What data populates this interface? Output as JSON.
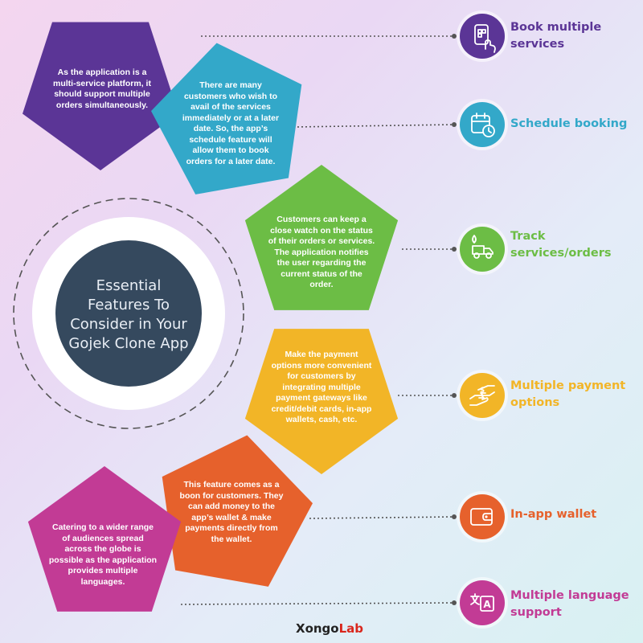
{
  "title": "Essential Features To Consider in Your Gojek Clone App",
  "title_lines": [
    "Essential",
    "Features To",
    "Consider in Your",
    "Gojek Clone App"
  ],
  "colors": {
    "purple": "#5b3596",
    "blue": "#33a8c9",
    "green": "#6cbd45",
    "yellow": "#f2b527",
    "orange": "#e6612c",
    "magenta": "#c23b95",
    "center_dark": "#35495e"
  },
  "features": [
    {
      "label_lines": [
        "Book multiple",
        "services"
      ],
      "icon": "phone-touch-icon",
      "color": "#5b3596",
      "description_lines": [
        "As the application is a",
        "multi-service platform, it",
        "should support multiple",
        "orders simultaneously."
      ]
    },
    {
      "label_lines": [
        "Schedule booking"
      ],
      "icon": "calendar-clock-icon",
      "color": "#33a8c9",
      "description_lines": [
        "There are many",
        "customers who wish to",
        "avail of the services",
        "immediately or at a later",
        "date. So, the app’s",
        "schedule feature will",
        "allow them to book",
        "orders for a later date."
      ]
    },
    {
      "label_lines": [
        "Track",
        "services/orders"
      ],
      "icon": "delivery-truck-icon",
      "color": "#6cbd45",
      "description_lines": [
        "Customers can keep a",
        "close watch on the status",
        "of their orders or services.",
        "The application notifies",
        "the user regarding the",
        "current status of the",
        "order."
      ]
    },
    {
      "label_lines": [
        "Multiple payment",
        "options"
      ],
      "icon": "payment-hands-icon",
      "color": "#f2b527",
      "description_lines": [
        "Make the payment",
        "options more convenient",
        "for customers by",
        "integrating multiple",
        "payment gateways like",
        "credit/debit cards, in-app",
        "wallets, cash, etc."
      ]
    },
    {
      "label_lines": [
        "In-app wallet"
      ],
      "icon": "wallet-icon",
      "color": "#e6612c",
      "description_lines": [
        "This feature comes as a",
        "boon for customers. They",
        "can add money to the",
        "app’s wallet & make",
        "payments directly from",
        "the wallet."
      ]
    },
    {
      "label_lines": [
        "Multiple language",
        "support"
      ],
      "icon": "translate-icon",
      "color": "#c23b95",
      "description_lines": [
        "Catering to a wider range",
        "of audiences spread",
        "across the globe is",
        "possible as the application",
        "provides multiple",
        "languages."
      ]
    }
  ],
  "logo": {
    "part1": "Xongo",
    "part2": "Lab"
  }
}
